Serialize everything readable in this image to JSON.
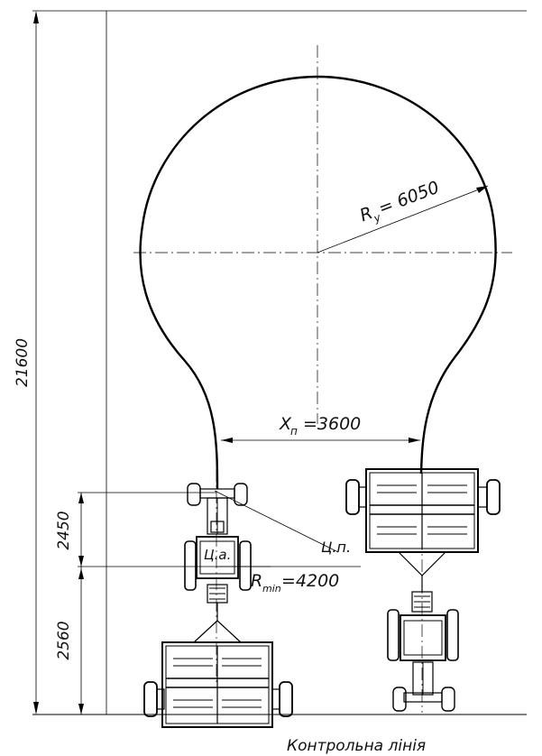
{
  "labels": {
    "total_length": "21600",
    "front_overhang": "2450",
    "rear_overhang": "2560",
    "radius_label": "R",
    "radius_sub": "y",
    "radius_value": "= 6050",
    "passage_label": "X",
    "passage_sub": "п",
    "passage_value": "=3600",
    "rmin_label": "R",
    "rmin_sub": "min",
    "rmin_value": "=4200",
    "tractor_center": "Ц.а.",
    "rotation_center": "Ц.п.",
    "control_line": "Контрольна лінія"
  }
}
